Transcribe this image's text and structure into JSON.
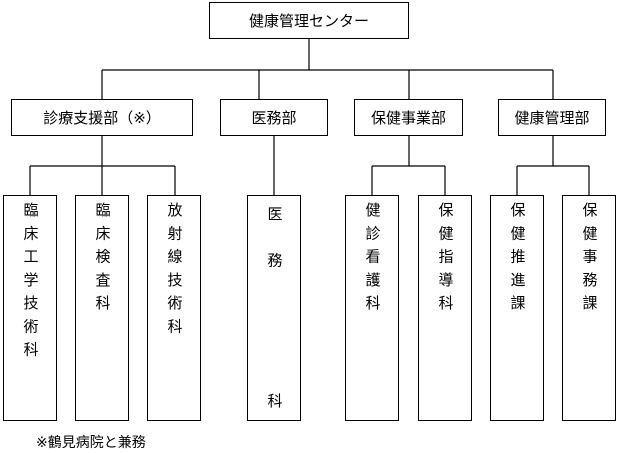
{
  "root": {
    "label": "健康管理センター"
  },
  "departments": [
    {
      "label": "診療支援部（※）"
    },
    {
      "label": "医務部"
    },
    {
      "label": "保健事業部"
    },
    {
      "label": "健康管理部"
    }
  ],
  "units": [
    {
      "label": "臨床工学技術科"
    },
    {
      "label": "臨床検査科"
    },
    {
      "label": "放射線技術科"
    },
    {
      "label_top": "医務",
      "label_bottom": "科"
    },
    {
      "label": "健診看護科"
    },
    {
      "label": "保健指導科"
    },
    {
      "label": "保健推進課"
    },
    {
      "label": "保健事務課"
    }
  ],
  "footnote": "※鶴見病院と兼務"
}
